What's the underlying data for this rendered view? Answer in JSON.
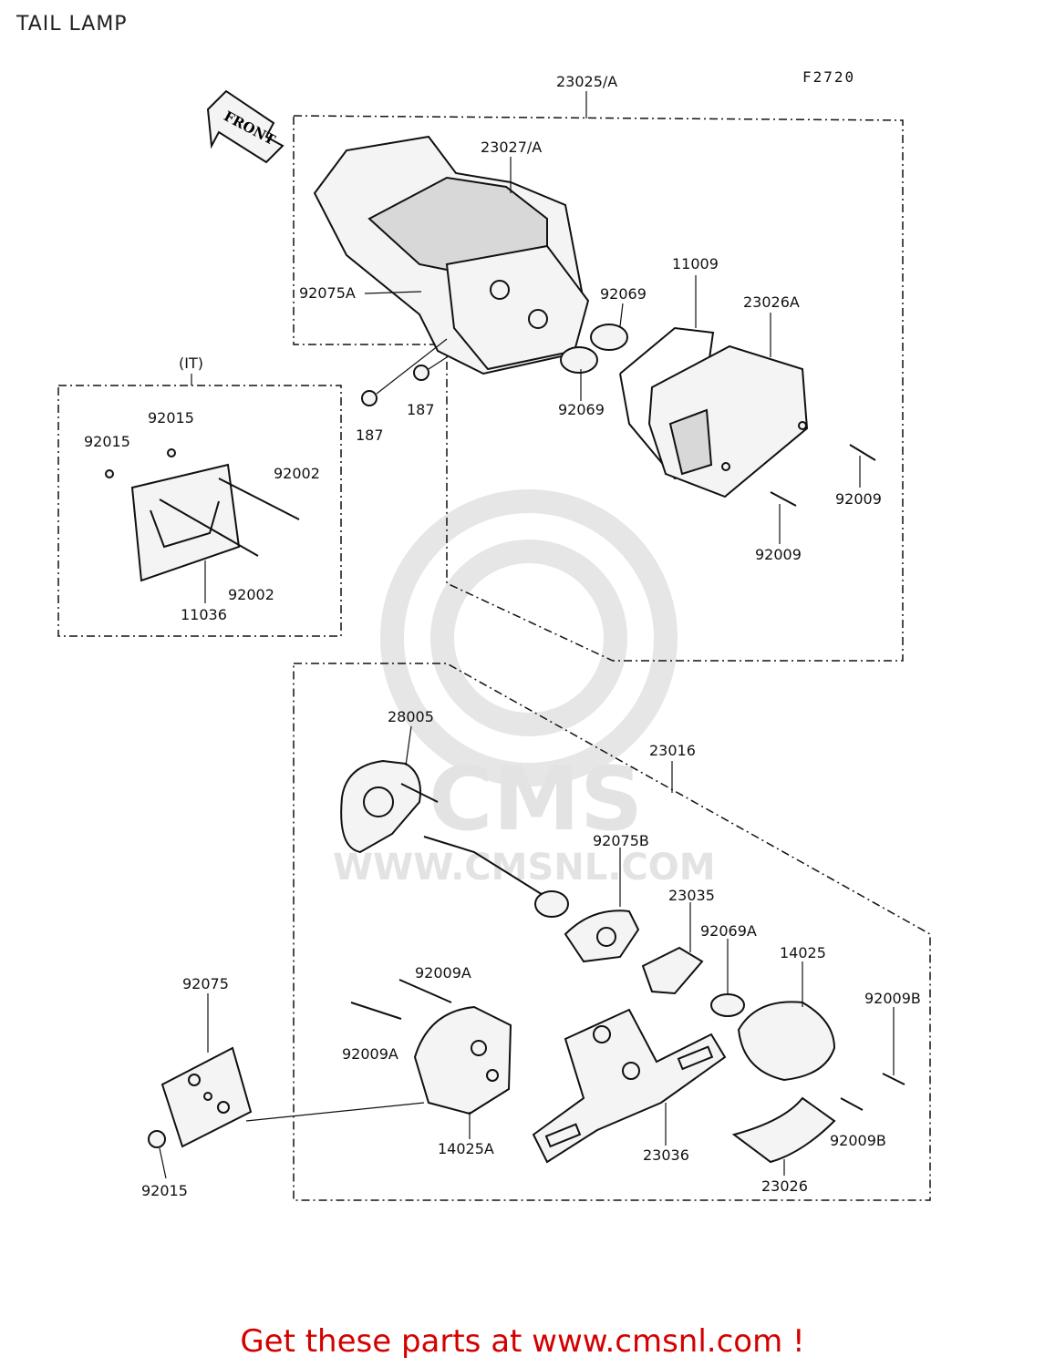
{
  "page_title": "TAIL LAMP",
  "figure_code": "F2720",
  "watermark": {
    "logo_text": "CMS",
    "url_text": "WWW.CMSNL.COM"
  },
  "front_arrow_text": "FRONT",
  "part_labels": {
    "p23025A": "23025/A",
    "p23027A": "23027/A",
    "p92075A": "92075A",
    "p11009": "11009",
    "p92069_top": "92069",
    "p23026A": "23026A",
    "p92069_bot": "92069",
    "p187_a": "187",
    "p187_b": "187",
    "p92009_a": "92009",
    "p92009_b": "92009",
    "pIT": "(IT)",
    "p92015_a": "92015",
    "p92015_b": "92015",
    "p92002_a": "92002",
    "p92002_b": "92002",
    "p11036": "11036",
    "p28005": "28005",
    "p23016": "23016",
    "p92075B": "92075B",
    "p23035": "23035",
    "p92069A": "92069A",
    "p14025": "14025",
    "p92009A_a": "92009A",
    "p92009A_b": "92009A",
    "p92009B_a": "92009B",
    "p92009B_b": "92009B",
    "p92075": "92075",
    "p14025A": "14025A",
    "p23036": "23036",
    "p23026": "23026",
    "p92015_c": "92015"
  },
  "footer_text": "Get these parts at www.cmsnl.com !"
}
